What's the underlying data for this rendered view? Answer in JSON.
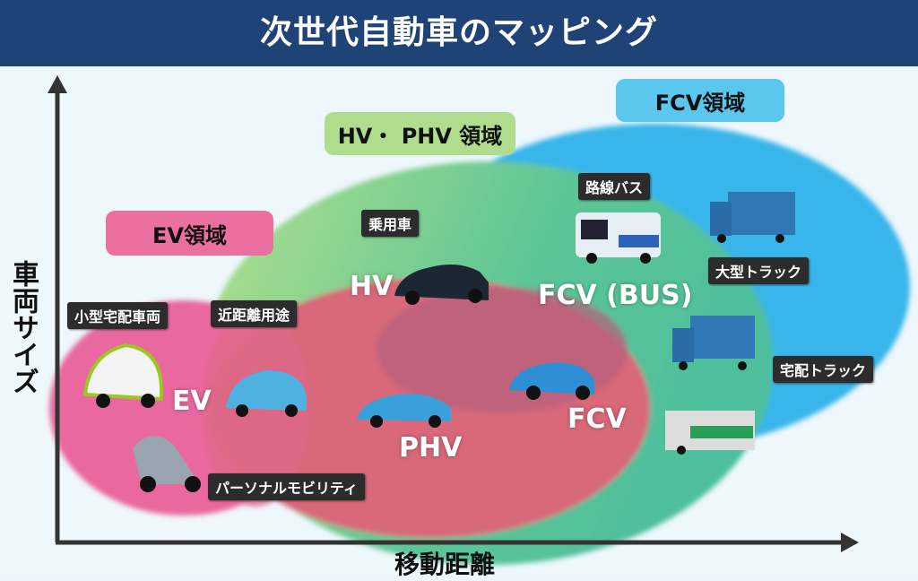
{
  "title": "次世代自動車のマッピング",
  "axes": {
    "y_label": "車両サイズ",
    "x_label": "移動距離"
  },
  "zones": {
    "fcv": "FCV領域",
    "hv_phv": "HV・ PHV 領域",
    "ev": "EV領域"
  },
  "tags": {
    "passenger": "乗用車",
    "route_bus": "路線バス",
    "large_truck": "大型トラック",
    "small_delivery": "小型宅配車両",
    "short_distance": "近距離用途",
    "delivery_truck": "宅配トラック",
    "personal_mobility": "パーソナルモビリティ"
  },
  "vehicles": {
    "hv": "HV",
    "fcv_bus": "FCV (BUS)",
    "ev": "EV",
    "phv": "PHV",
    "fcv": "FCV"
  },
  "colors": {
    "title_bg": "#1f4277",
    "fcv": "#38b5ea",
    "hv_phv": "#7fcf8e",
    "ev": "#e9689f",
    "phv_overlap": "#d8687a"
  }
}
